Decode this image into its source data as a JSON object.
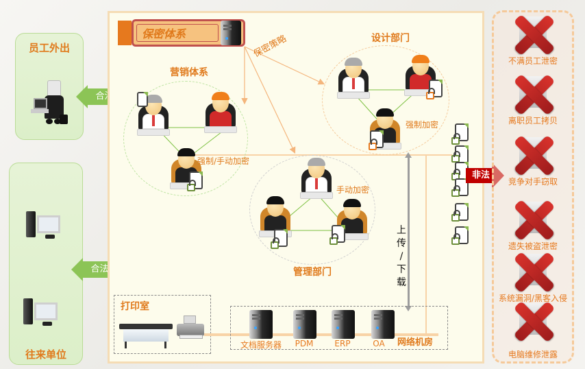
{
  "left": {
    "outgoing_employee": {
      "title": "员工外出",
      "arrow_label": "合法"
    },
    "partner_units": {
      "title": "往来单位",
      "arrow_label": "合法"
    }
  },
  "main": {
    "title": "保密体系",
    "policy_label": "保密策略",
    "groups": [
      {
        "title": "营销体系",
        "encryption": "强制/手动加密"
      },
      {
        "title": "设计部门",
        "encryption": "强制加密"
      },
      {
        "title": "管理部门",
        "encryption": "手动加密"
      }
    ],
    "upload_download": "上传/下载",
    "upload_download_chars": [
      "上",
      "传",
      "/",
      "下",
      "载"
    ],
    "print_room": {
      "title": "打印室"
    },
    "network_room": {
      "title": "网络机房",
      "servers": [
        "文档服务器",
        "PDM",
        "ERP",
        "OA"
      ]
    },
    "illegal_arrow_label": "非法"
  },
  "threats": [
    {
      "label": "不满员工泄密",
      "icon": "disgruntled-employee"
    },
    {
      "label": "离职员工拷贝",
      "icon": "departing-employee"
    },
    {
      "label": "竞争对手窃取",
      "icon": "competitor-theft"
    },
    {
      "label": "遗失被盗泄密",
      "icon": "lost-stolen-device"
    },
    {
      "label": "系统漏洞/黑客入侵",
      "icon": "hacker-intrusion"
    },
    {
      "label": "电脑维修泄露",
      "icon": "computer-repair"
    }
  ],
  "colors": {
    "accent_orange": "#e07a1c",
    "legal_green": "#8cc456",
    "illegal_red": "#c00000",
    "title_border": "#c0504d"
  }
}
